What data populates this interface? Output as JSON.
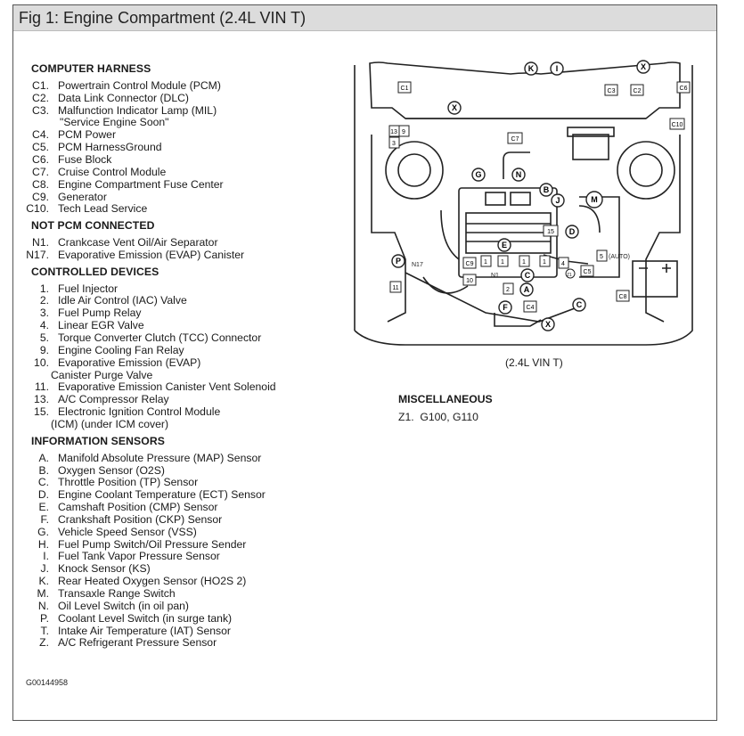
{
  "title": "Fig 1: Engine Compartment (2.4L VIN T)",
  "doc_id": "G00144958",
  "diagram_caption": "(2.4L VIN T)",
  "sections": [
    {
      "heading": "COMPUTER HARNESS",
      "items": [
        {
          "code": "C1.",
          "text": "Powertrain Control Module (PCM)"
        },
        {
          "code": "C2.",
          "text": "Data Link Connector (DLC)"
        },
        {
          "code": "C3.",
          "text": "Malfunction Indicator Lamp (MIL)"
        },
        {
          "code": "",
          "text": "\"Service Engine Soon\""
        },
        {
          "code": "C4.",
          "text": "PCM Power"
        },
        {
          "code": "C5.",
          "text": "PCM HarnessGround"
        },
        {
          "code": "C6.",
          "text": "Fuse Block"
        },
        {
          "code": "C7.",
          "text": "Cruise Control Module"
        },
        {
          "code": "C8.",
          "text": "Engine Compartment Fuse Center"
        },
        {
          "code": "C9.",
          "text": "Generator"
        },
        {
          "code": "C10.",
          "text": "Tech Lead Service"
        }
      ]
    },
    {
      "heading": "NOT PCM CONNECTED",
      "items": [
        {
          "code": "N1.",
          "text": "Crankcase Vent Oil/Air Separator"
        },
        {
          "code": "N17.",
          "text": "Evaporative Emission (EVAP) Canister"
        }
      ]
    },
    {
      "heading": "CONTROLLED DEVICES",
      "items": [
        {
          "code": "1.",
          "text": "Fuel Injector"
        },
        {
          "code": "2.",
          "text": "Idle Air Control (IAC) Valve"
        },
        {
          "code": "3.",
          "text": "Fuel Pump Relay"
        },
        {
          "code": "4.",
          "text": "Linear EGR Valve"
        },
        {
          "code": "5.",
          "text": "Torque Converter Clutch (TCC) Connector"
        },
        {
          "code": "9.",
          "text": "Engine Cooling Fan Relay"
        },
        {
          "code": "10.",
          "text": "Evaporative Emission (EVAP)"
        },
        {
          "code": "",
          "text": "Canister Purge Valve"
        },
        {
          "code": "11.",
          "text": "Evaporative Emission Canister Vent Solenoid"
        },
        {
          "code": "13.",
          "text": "A/C Compressor Relay"
        },
        {
          "code": "15.",
          "text": "Electronic Ignition Control Module"
        },
        {
          "code": "",
          "text": "(ICM) (under ICM cover)"
        }
      ]
    },
    {
      "heading": "INFORMATION SENSORS",
      "items": [
        {
          "code": "A.",
          "text": "Manifold Absolute Pressure (MAP) Sensor"
        },
        {
          "code": "B.",
          "text": "Oxygen Sensor (O2S)"
        },
        {
          "code": "C.",
          "text": "Throttle Position (TP) Sensor"
        },
        {
          "code": "D.",
          "text": "Engine Coolant Temperature (ECT) Sensor"
        },
        {
          "code": "E.",
          "text": "Camshaft Position (CMP) Sensor"
        },
        {
          "code": "F.",
          "text": "Crankshaft Position (CKP) Sensor"
        },
        {
          "code": "G.",
          "text": "Vehicle Speed Sensor (VSS)"
        },
        {
          "code": "H.",
          "text": "Fuel Pump Switch/Oil Pressure Sender"
        },
        {
          "code": "I.",
          "text": "Fuel Tank Vapor Pressure Sensor"
        },
        {
          "code": "J.",
          "text": "Knock Sensor (KS)"
        },
        {
          "code": "K.",
          "text": "Rear Heated Oxygen Sensor (HO2S 2)"
        },
        {
          "code": "M.",
          "text": "Transaxle Range Switch"
        },
        {
          "code": "N.",
          "text": "Oil Level Switch (in oil pan)"
        },
        {
          "code": "P.",
          "text": "Coolant Level Switch (in surge tank)"
        },
        {
          "code": "T.",
          "text": "Intake Air Temperature (IAT) Sensor"
        },
        {
          "code": "Z.",
          "text": "A/C Refrigerant Pressure Sensor"
        }
      ]
    }
  ],
  "misc": {
    "heading": "MISCELLANEOUS",
    "items": [
      {
        "code": "Z1.",
        "text": "G100, G110"
      }
    ]
  },
  "diagram_labels": {
    "circle": [
      "K",
      "I",
      "X",
      "X",
      "G",
      "N",
      "B",
      "J",
      "M",
      "D",
      "E",
      "P",
      "C",
      "A",
      "F",
      "C",
      "X"
    ],
    "box": [
      "C1",
      "C3",
      "C2",
      "C6",
      "C10",
      "13",
      "9",
      "3",
      "C7",
      "15",
      "5",
      "C9",
      "10",
      "11",
      "C5",
      "C8",
      "C4",
      "1",
      "1",
      "1",
      "1",
      "2",
      "4"
    ],
    "text": [
      "N17",
      "N1",
      "(AUTO)",
      "Z1"
    ]
  }
}
